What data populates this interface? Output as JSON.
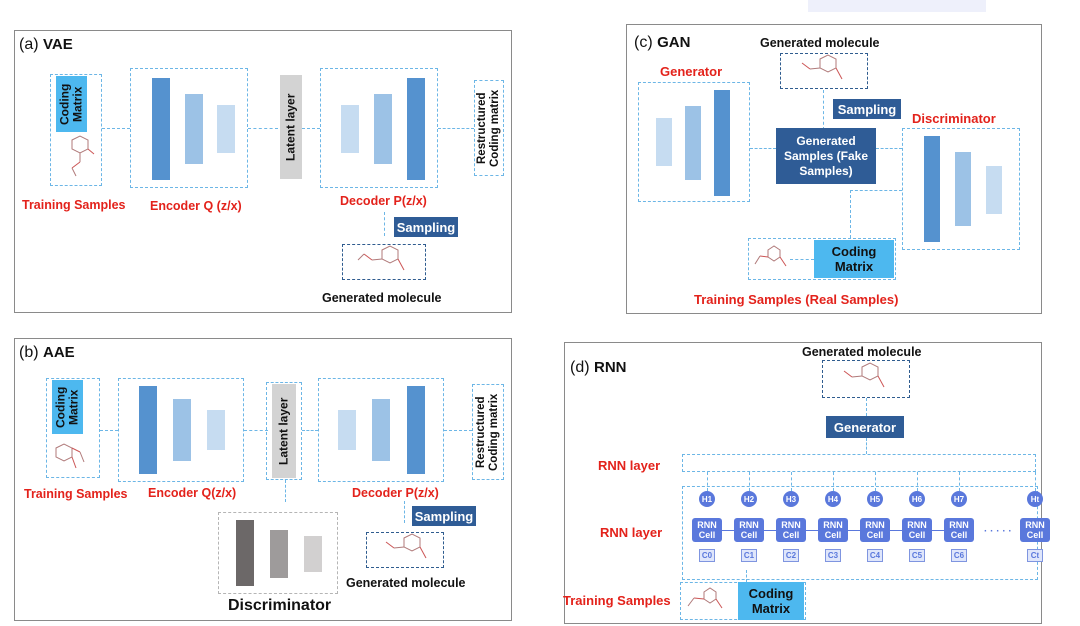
{
  "vae": {
    "label": "(a)",
    "name": "VAE",
    "coding_matrix": "Coding Matrix",
    "training_samples": "Training Samples",
    "encoder": "Encoder Q (z/x)",
    "latent": "Latent layer",
    "decoder": "Decoder P(z/x)",
    "restructured": "Restructured Coding matrix",
    "sampling": "Sampling",
    "generated": "Generated molecule"
  },
  "aae": {
    "label": "(b)",
    "name": "AAE",
    "coding_matrix": "Coding Matrix",
    "training_samples": "Training Samples",
    "encoder": "Encoder Q(z/x)",
    "latent": "Latent layer",
    "decoder": "Decoder P(z/x)",
    "restructured": "Restructured Coding matrix",
    "sampling": "Sampling",
    "generated": "Generated molecule",
    "discriminator": "Discriminator"
  },
  "gan": {
    "label": "(c)",
    "name": "GAN",
    "generated": "Generated molecule",
    "generator": "Generator",
    "sampling": "Sampling",
    "generated_samples": "Generated Samples (Fake Samples)",
    "discriminator": "Discriminator",
    "coding_matrix": "Coding Matrix",
    "training_samples": "Training Samples (Real Samples)"
  },
  "rnn": {
    "label": "(d)",
    "name": "RNN",
    "generated": "Generated molecule",
    "generator": "Generator",
    "rnn_layer_top": "RNN layer",
    "rnn_layer_mid": "RNN layer",
    "training_samples": "Training Samples",
    "coding_matrix": "Coding Matrix",
    "cell_label": "RNN Cell",
    "h_nodes": [
      "H1",
      "H2",
      "H3",
      "H4",
      "H5",
      "H6",
      "H7",
      "Ht"
    ],
    "c_nodes": [
      "C0",
      "C1",
      "C2",
      "C3",
      "C4",
      "C5",
      "C6",
      "Ct"
    ],
    "ellipsis": "· · · · ·"
  }
}
